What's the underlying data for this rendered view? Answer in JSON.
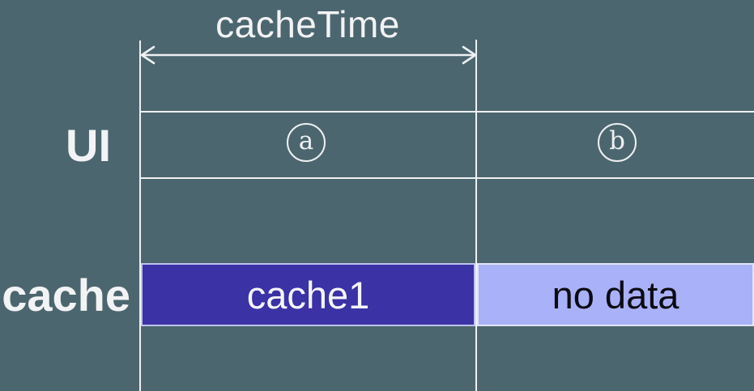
{
  "diagram": {
    "title_arrow": {
      "label": "cacheTime"
    },
    "ui_lane": {
      "label": "UI",
      "marker_a": "a",
      "marker_b": "b"
    },
    "cache_lane": {
      "label": "cache",
      "cache_segment_label": "cache1",
      "empty_segment_label": "no data"
    }
  },
  "colors": {
    "background": "#4c666f",
    "line": "#eef0f2",
    "label_text": "#f2f3f5",
    "cache1_fill": "#3a32a5",
    "cache1_border": "#bfc3ef",
    "cache1_text": "#f5f5fa",
    "nodata_fill": "#a9b1f8",
    "nodata_border": "#e2e4fb",
    "nodata_text": "#0b0b12"
  }
}
